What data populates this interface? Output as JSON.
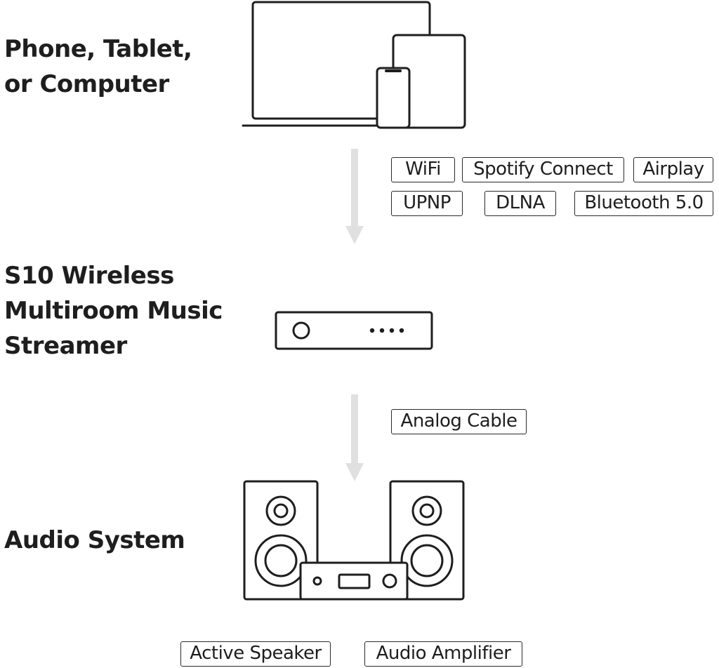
{
  "sections": [
    {
      "title": "Phone, Tablet,\nor Computer"
    },
    {
      "title": "S10 Wireless\nMultiroom Music\nStreamer"
    },
    {
      "title": "Audio System"
    }
  ],
  "connections": {
    "wireless": [
      "WiFi",
      "Spotify Connect",
      "Airplay",
      "UPNP",
      "DLNA",
      "Bluetooth 5.0"
    ],
    "wired": [
      "Analog Cable"
    ]
  },
  "outputs": [
    "Active Speaker",
    "Audio Amplifier"
  ],
  "icons": {
    "source": "devices-icon",
    "streamer": "streamer-icon",
    "audio": "stereo-system-icon",
    "arrow": "arrow-down-icon"
  },
  "colors": {
    "text": "#1e1e1e",
    "line": "#1e1e1e",
    "arrow": "#e0e0e0",
    "border": "#2a2a2a"
  }
}
